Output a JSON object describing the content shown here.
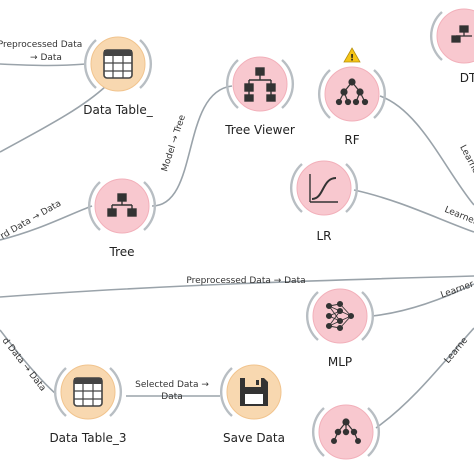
{
  "colors": {
    "data_node": "#f8d8b0",
    "data_node_ring": "#f1c48e",
    "model_node": "#f8c8cf",
    "model_node_ring": "#f2b0ba",
    "wire": "#9aa3aa",
    "warning": "#f5c518"
  },
  "nodes": {
    "data_table_top": {
      "label": "Data Table_",
      "icon": "table-icon"
    },
    "tree_viewer": {
      "label": "Tree Viewer",
      "icon": "tree-viewer-icon"
    },
    "rf": {
      "label": "RF",
      "icon": "random-forest-icon",
      "warning": true
    },
    "dt_partial": {
      "label": "DT",
      "icon": "tree-icon"
    },
    "tree": {
      "label": "Tree",
      "icon": "tree-icon"
    },
    "lr": {
      "label": "LR",
      "icon": "logistic-regression-icon"
    },
    "mlp": {
      "label": "MLP",
      "icon": "neural-network-icon"
    },
    "data_table_3": {
      "label": "Data Table_3",
      "icon": "table-icon"
    },
    "save_data": {
      "label": "Save Data",
      "icon": "floppy-disk-icon"
    },
    "bottom_partial": {
      "label": "",
      "icon": "tree-icon"
    }
  },
  "links": {
    "top_pre_line1": "Preprocessed Data",
    "top_pre_line2": "→ Data",
    "model_tree": "Model → Tree",
    "left_data": "rd Data → Data",
    "middle_pre": "Preprocessed Data → Data",
    "learner_1": "Learner",
    "learner_2": "Learner",
    "learner_3": "Learner",
    "learner_4": "Learne",
    "bottom_left": "d Data → Data",
    "selected_line1": "Selected Data →",
    "selected_line2": "Data"
  }
}
